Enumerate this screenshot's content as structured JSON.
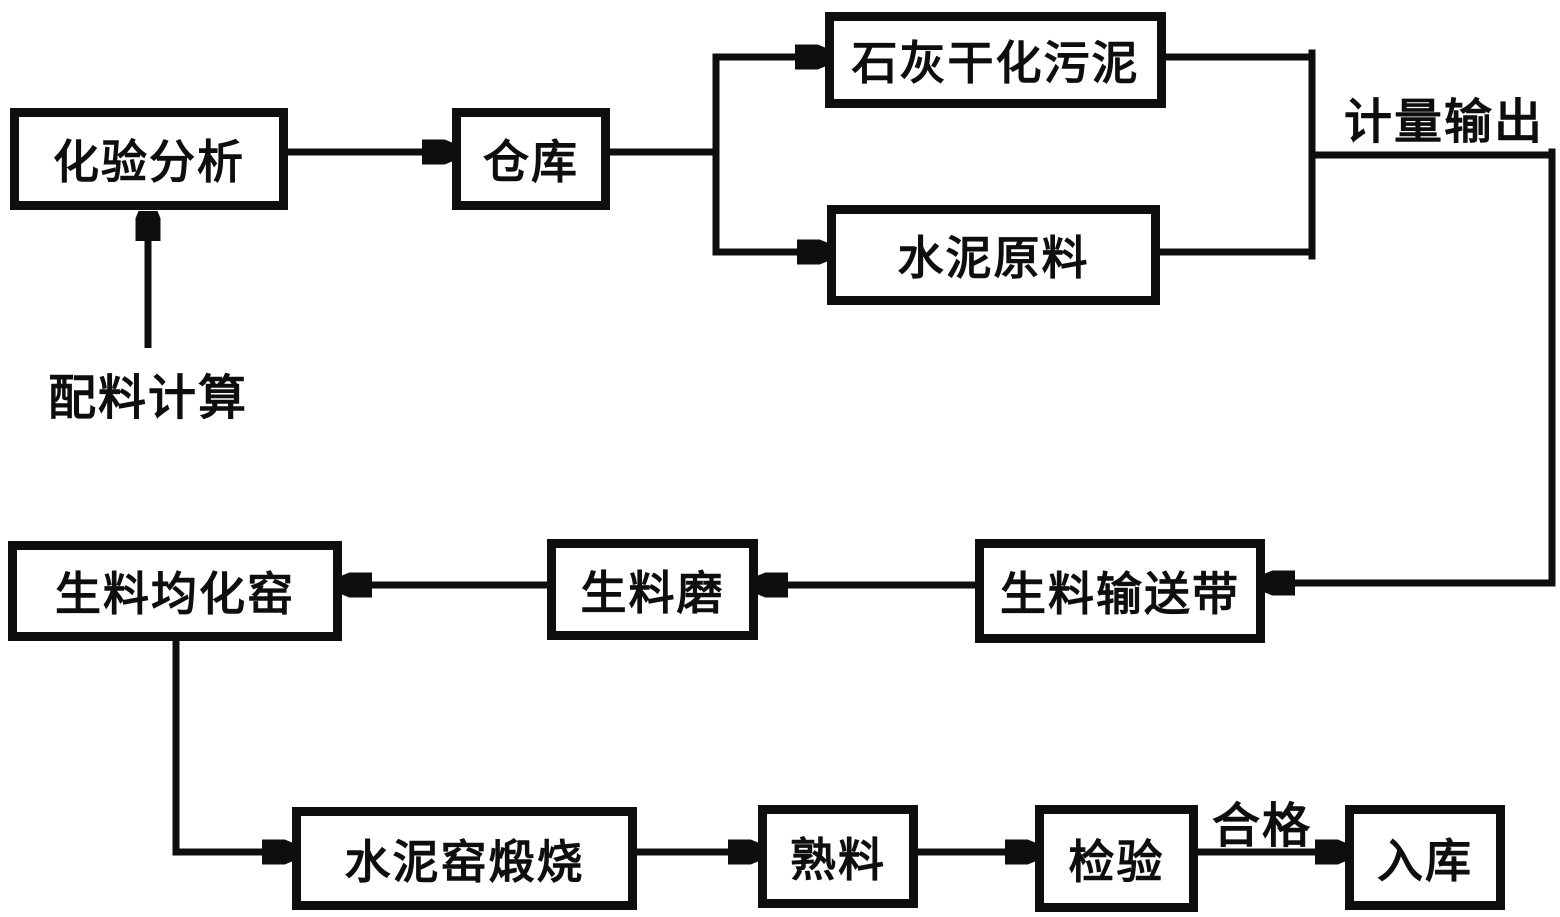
{
  "diagram": {
    "type": "flowchart",
    "colors": {
      "line": "#0e0e0e",
      "background": "#ffffff",
      "text": "#0e0e0e"
    },
    "nodes": [
      {
        "id": "lab-analysis",
        "label": "化验分析"
      },
      {
        "id": "warehouse",
        "label": "仓库"
      },
      {
        "id": "lime-dried-sludge",
        "label": "石灰干化污泥"
      },
      {
        "id": "cement-raw-material",
        "label": "水泥原料"
      },
      {
        "id": "raw-meal-homogenization-silo",
        "label": "生料均化窑"
      },
      {
        "id": "raw-mill",
        "label": "生料磨"
      },
      {
        "id": "raw-meal-conveyor",
        "label": "生料输送带"
      },
      {
        "id": "cement-kiln-calcination",
        "label": "水泥窑煅烧"
      },
      {
        "id": "clinker",
        "label": "熟料"
      },
      {
        "id": "inspection",
        "label": "检验"
      },
      {
        "id": "warehousing",
        "label": "入库"
      }
    ],
    "annotations": [
      {
        "id": "batching-calculation",
        "text": "配料计算"
      },
      {
        "id": "metering-output",
        "text": "计量输出"
      },
      {
        "id": "qualified",
        "text": "合格"
      }
    ],
    "edges": [
      {
        "from": "batching-calculation",
        "to": "lab-analysis"
      },
      {
        "from": "lab-analysis",
        "to": "warehouse"
      },
      {
        "from": "warehouse",
        "to": "lime-dried-sludge"
      },
      {
        "from": "warehouse",
        "to": "cement-raw-material"
      },
      {
        "from": "lime-dried-sludge",
        "to": "raw-meal-conveyor",
        "label": "计量输出"
      },
      {
        "from": "cement-raw-material",
        "to": "raw-meal-conveyor",
        "label": "计量输出"
      },
      {
        "from": "raw-meal-conveyor",
        "to": "raw-mill"
      },
      {
        "from": "raw-mill",
        "to": "raw-meal-homogenization-silo"
      },
      {
        "from": "raw-meal-homogenization-silo",
        "to": "cement-kiln-calcination"
      },
      {
        "from": "cement-kiln-calcination",
        "to": "clinker"
      },
      {
        "from": "clinker",
        "to": "inspection"
      },
      {
        "from": "inspection",
        "to": "warehousing",
        "label": "合格"
      }
    ]
  }
}
